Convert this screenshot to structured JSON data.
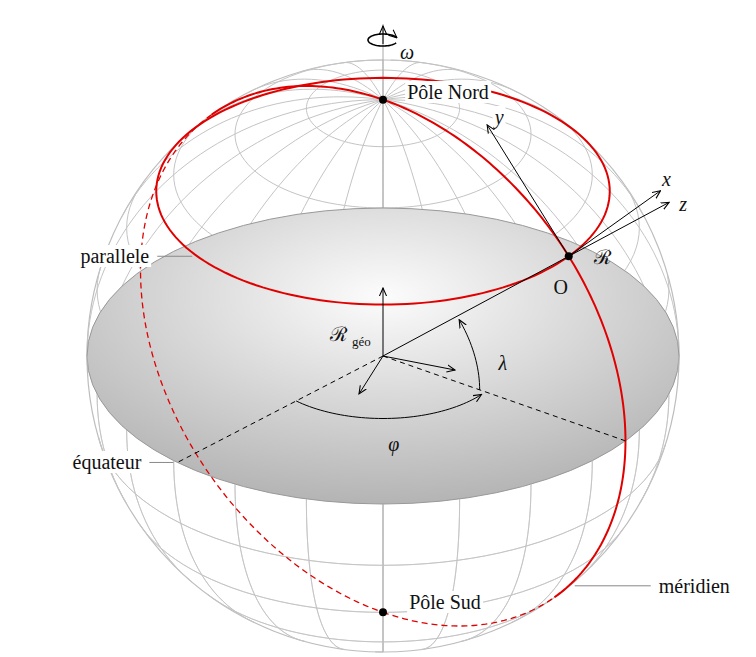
{
  "diagram": {
    "labels": [
      "ω",
      "Pôle Nord",
      "y",
      "x",
      "z",
      "parallele",
      "O",
      "ℛ",
      "ℛ",
      "géo",
      "λ",
      "φ",
      "équateur",
      "méridien",
      "Pôle Sud"
    ]
  }
}
